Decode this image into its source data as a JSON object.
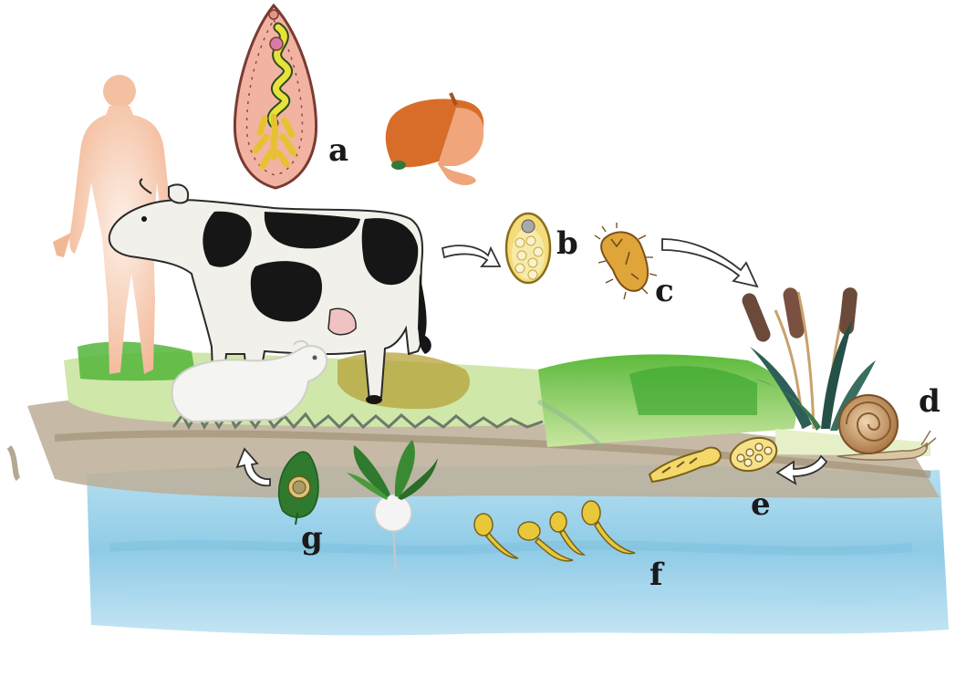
{
  "labels": {
    "a": "a",
    "b": "b",
    "c": "c",
    "d": "d",
    "e": "e",
    "f": "f",
    "g": "g"
  },
  "colors": {
    "water": "#9fd2ea",
    "grass": "#7cc85a",
    "soil": "#b8ab93",
    "skin": "#f5c2a4",
    "fluke": "#f2b3a3",
    "parasite_yellow": "#f0d23a",
    "cow_black": "#161616",
    "liver": "#d46a28",
    "snail_shell": "#c99863"
  },
  "icons": [
    "human-silhouette",
    "adult-fluke-icon",
    "liver-icon",
    "cow-icon",
    "sheep-icon",
    "egg-icon",
    "miracidium-icon",
    "snail-icon",
    "cattail-plants",
    "sporocyst-icon",
    "redia-icon",
    "cercaria-icon",
    "metacercaria-leaf-icon",
    "radish-icon",
    "cycle-arrow-icon"
  ]
}
